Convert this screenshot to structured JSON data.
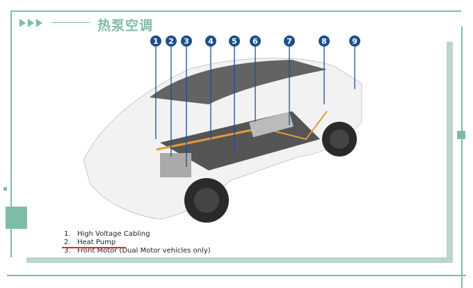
{
  "header": {
    "title": "热泵空调"
  },
  "callouts": [
    "1",
    "2",
    "3",
    "4",
    "5",
    "6",
    "7",
    "8",
    "9"
  ],
  "legend": [
    {
      "num": "1.",
      "label": "High Voltage Cabling"
    },
    {
      "num": "2.",
      "label": "Heat Pump"
    },
    {
      "num": "3.",
      "label": "Front Motor (Dual Motor vehicles only)"
    }
  ],
  "colors": {
    "accent": "#7fbca6",
    "frame": "#bcd4cb",
    "callout": "#1d4f8c",
    "highlight": "#e0252a"
  }
}
